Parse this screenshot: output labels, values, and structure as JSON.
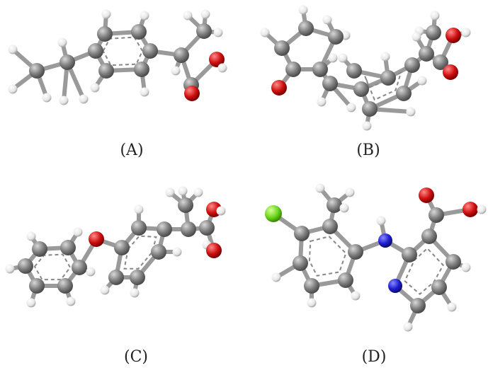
{
  "captions": [
    "(A)",
    "(B)",
    "(C)",
    "(D)"
  ],
  "colors": {
    "carbon": "#7d7d7d",
    "hydrogen": "#e6e6e6",
    "oxygen": "#d01010",
    "nitrogen": "#1f1fd0",
    "chlorine": "#6ed820"
  }
}
